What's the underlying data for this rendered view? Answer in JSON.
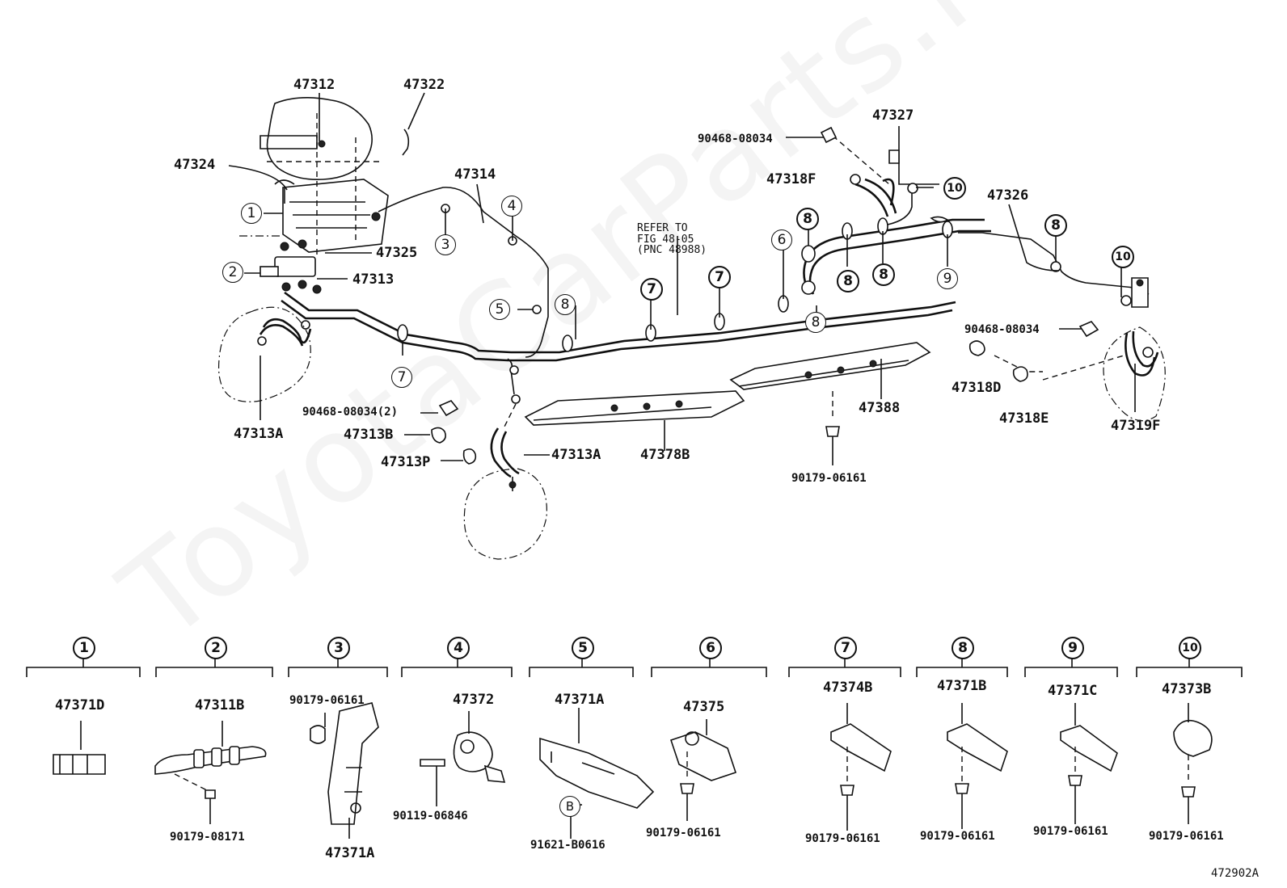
{
  "watermark": "ToyotaCarParts.ru",
  "diagram_id": "472902A",
  "refer_note": {
    "line1": "REFER TO",
    "line2": "FIG 48-05",
    "line3": "(PNC 48988)"
  },
  "labels": {
    "p47312": "47312",
    "p47322": "47322",
    "p47324": "47324",
    "p47314": "47314",
    "p47325": "47325",
    "p47313": "47313",
    "p47313A_left": "47313A",
    "p90468_left": "90468-08034(2)",
    "p47313B": "47313B",
    "p47313P": "47313P",
    "p47313A_mid": "47313A",
    "p47378B": "47378B",
    "p90179_mid": "90179-06161",
    "p47388": "47388",
    "p90468_top": "90468-08034",
    "p47327": "47327",
    "p47318F": "47318F",
    "p47326": "47326",
    "p90468_right": "90468-08034",
    "p47318D": "47318D",
    "p47318E": "47318E",
    "p47319F": "47319F"
  },
  "callouts": {
    "c1": "1",
    "c2": "2",
    "c3": "3",
    "c4": "4",
    "c5": "5",
    "c6": "6",
    "c7a": "7",
    "c7b": "7",
    "c7c": "7",
    "c8a": "8",
    "c8b": "8",
    "c8c": "8",
    "c8d": "8",
    "c8e": "8",
    "c8f": "8",
    "c9": "9",
    "c10a": "10",
    "c10b": "10"
  },
  "details": [
    {
      "num": "1",
      "parts": [
        "47371D"
      ]
    },
    {
      "num": "2",
      "parts": [
        "47311B",
        "90179-08171"
      ]
    },
    {
      "num": "3",
      "parts": [
        "90179-06161",
        "47371A"
      ]
    },
    {
      "num": "4",
      "parts": [
        "47372",
        "90119-06846"
      ]
    },
    {
      "num": "5",
      "parts": [
        "47371A",
        "91621-B0616"
      ],
      "marker": "B"
    },
    {
      "num": "6",
      "parts": [
        "47375",
        "90179-06161"
      ]
    },
    {
      "num": "7",
      "parts": [
        "47374B",
        "90179-06161"
      ]
    },
    {
      "num": "8",
      "parts": [
        "47371B",
        "90179-06161"
      ]
    },
    {
      "num": "9",
      "parts": [
        "47371C",
        "90179-06161"
      ]
    },
    {
      "num": "10",
      "parts": [
        "47373B",
        "90179-06161"
      ]
    }
  ]
}
